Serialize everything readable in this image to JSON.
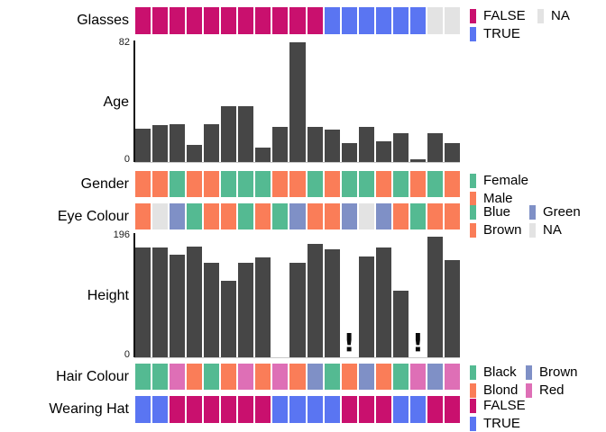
{
  "n_observations": 19,
  "bar_color": "#464646",
  "chart_data": [
    {
      "id": "glasses",
      "type": "heatmap",
      "title": "Glasses",
      "values": [
        "FALSE",
        "FALSE",
        "FALSE",
        "FALSE",
        "FALSE",
        "FALSE",
        "FALSE",
        "FALSE",
        "FALSE",
        "FALSE",
        "FALSE",
        "TRUE",
        "TRUE",
        "TRUE",
        "TRUE",
        "TRUE",
        "TRUE",
        "NA",
        "NA"
      ],
      "colors": {
        "FALSE": "#C9106E",
        "TRUE": "#5A75F2",
        "NA": "#E3E3E3"
      }
    },
    {
      "id": "age",
      "type": "bar",
      "title": "Age",
      "ylim": [
        0,
        82
      ],
      "values": [
        23,
        25,
        26,
        12,
        26,
        38,
        38,
        10,
        24,
        82,
        24,
        22,
        13,
        24,
        14,
        20,
        2,
        20,
        13
      ]
    },
    {
      "id": "gender",
      "type": "heatmap",
      "title": "Gender",
      "values": [
        "Male",
        "Male",
        "Female",
        "Male",
        "Male",
        "Female",
        "Female",
        "Female",
        "Male",
        "Male",
        "Female",
        "Male",
        "Female",
        "Female",
        "Male",
        "Female",
        "Male",
        "Female",
        "Male"
      ],
      "colors": {
        "Female": "#54BA92",
        "Male": "#FA7D58"
      }
    },
    {
      "id": "eye_colour",
      "type": "heatmap",
      "title": "Eye Colour",
      "values": [
        "Brown",
        "NA",
        "Green",
        "Blue",
        "Brown",
        "Brown",
        "Blue",
        "Brown",
        "Blue",
        "Green",
        "Brown",
        "Brown",
        "Green",
        "NA",
        "Green",
        "Brown",
        "Blue",
        "Brown",
        "Brown"
      ],
      "colors": {
        "Blue": "#54BA92",
        "Brown": "#FA7D58",
        "Green": "#7F90C6",
        "NA": "#E3E3E3"
      }
    },
    {
      "id": "height",
      "type": "bar",
      "title": "Height",
      "ylim": [
        0,
        196
      ],
      "values": [
        176,
        176,
        165,
        177,
        152,
        123,
        152,
        160,
        null,
        151,
        182,
        173,
        null,
        162,
        176,
        106,
        null,
        193,
        155
      ],
      "na_positions": [
        13,
        17
      ],
      "blank_positions": [
        9
      ],
      "na_symbol": "!"
    },
    {
      "id": "hair_colour",
      "type": "heatmap",
      "title": "Hair Colour",
      "values": [
        "Black",
        "Black",
        "Red",
        "Blond",
        "Black",
        "Blond",
        "Red",
        "Blond",
        "Red",
        "Blond",
        "Brown",
        "Black",
        "Blond",
        "Brown",
        "Blond",
        "Black",
        "Red",
        "Brown",
        "Red"
      ],
      "colors": {
        "Black": "#54BA92",
        "Blond": "#FA7D58",
        "Brown": "#7F90C6",
        "Red": "#DE6FB6"
      }
    },
    {
      "id": "wearing_hat",
      "type": "heatmap",
      "title": "Wearing Hat",
      "values": [
        "TRUE",
        "TRUE",
        "FALSE",
        "FALSE",
        "FALSE",
        "FALSE",
        "FALSE",
        "FALSE",
        "TRUE",
        "TRUE",
        "TRUE",
        "TRUE",
        "FALSE",
        "FALSE",
        "FALSE",
        "TRUE",
        "TRUE",
        "FALSE",
        "FALSE"
      ],
      "colors": {
        "FALSE": "#C9106E",
        "TRUE": "#5A75F2"
      }
    }
  ],
  "legends": {
    "glasses": {
      "columns": 2,
      "items": [
        {
          "label": "FALSE",
          "color": "#C9106E"
        },
        {
          "label": "NA",
          "color": "#E3E3E3"
        },
        {
          "label": "TRUE",
          "color": "#5A75F2"
        }
      ]
    },
    "gender": {
      "columns": 1,
      "items": [
        {
          "label": "Female",
          "color": "#54BA92"
        },
        {
          "label": "Male",
          "color": "#FA7D58"
        }
      ]
    },
    "eye_colour": {
      "columns": 2,
      "items": [
        {
          "label": "Blue",
          "color": "#54BA92"
        },
        {
          "label": "Green",
          "color": "#7F90C6"
        },
        {
          "label": "Brown",
          "color": "#FA7D58"
        },
        {
          "label": "NA",
          "color": "#E3E3E3"
        }
      ]
    },
    "hair_colour": {
      "columns": 2,
      "items": [
        {
          "label": "Black",
          "color": "#54BA92"
        },
        {
          "label": "Brown",
          "color": "#7F90C6"
        },
        {
          "label": "Blond",
          "color": "#FA7D58"
        },
        {
          "label": "Red",
          "color": "#DE6FB6"
        }
      ]
    },
    "wearing_hat": {
      "columns": 1,
      "items": [
        {
          "label": "FALSE",
          "color": "#C9106E"
        },
        {
          "label": "TRUE",
          "color": "#5A75F2"
        }
      ]
    }
  }
}
